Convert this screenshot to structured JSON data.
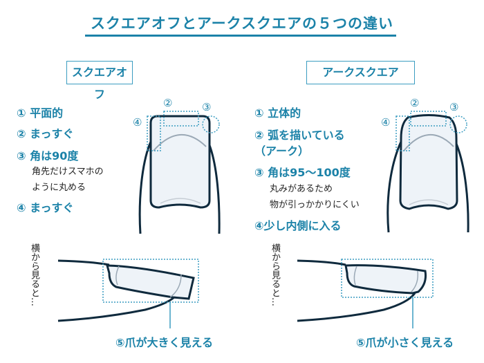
{
  "title": "スクエアオフとアークスクエアの５つの違い",
  "left": {
    "heading": "スクエアオフ",
    "points": [
      "① 平面的",
      "② まっすぐ",
      "③ 角は90度",
      "④ まっすぐ"
    ],
    "sub": [
      "角先だけスマホの",
      "ように丸める"
    ],
    "side_label": "横から見ると…",
    "point5": "⑤爪が大きく見える"
  },
  "right": {
    "heading": "アークスクエア",
    "points": [
      "① 立体的",
      "② 弧を描いている",
      "（アーク）",
      "③ 角は95～100度",
      "④少し内側に入る"
    ],
    "sub": [
      "丸みがあるため",
      "物が引っかかりにくい"
    ],
    "side_label": "横から見ると…",
    "point5": "⑤爪が小さく見える"
  },
  "markers": [
    "②",
    "③",
    "④"
  ],
  "colors": {
    "accent": "#1b82a8",
    "line": "#0f2a3d",
    "nail_fill": "#eef3f8",
    "dotted": "#3a9cc0"
  }
}
